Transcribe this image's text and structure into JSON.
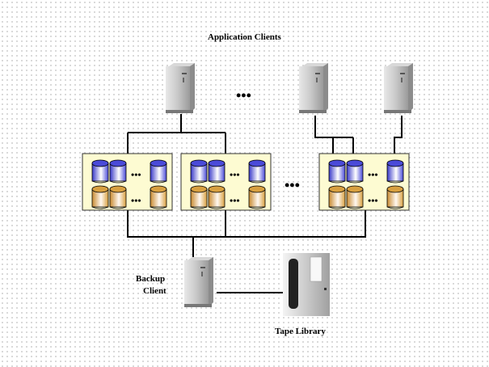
{
  "labels": {
    "application_clients": "Application Clients",
    "backup_client_line1": "Backup",
    "backup_client_line2": "Client",
    "tape_library": "Tape Library"
  },
  "ellipsis": "•••",
  "colors": {
    "box_fill": "#fdfbd2",
    "disk_blue": "#4a4ad8",
    "disk_tan": "#d8a040",
    "line": "#000000"
  },
  "app_servers": 3,
  "storage_arrays": [
    {
      "blue_disks": 3,
      "tan_disks": 3
    },
    {
      "blue_disks": 3,
      "tan_disks": 3
    },
    {
      "blue_disks": 3,
      "tan_disks": 3
    }
  ]
}
